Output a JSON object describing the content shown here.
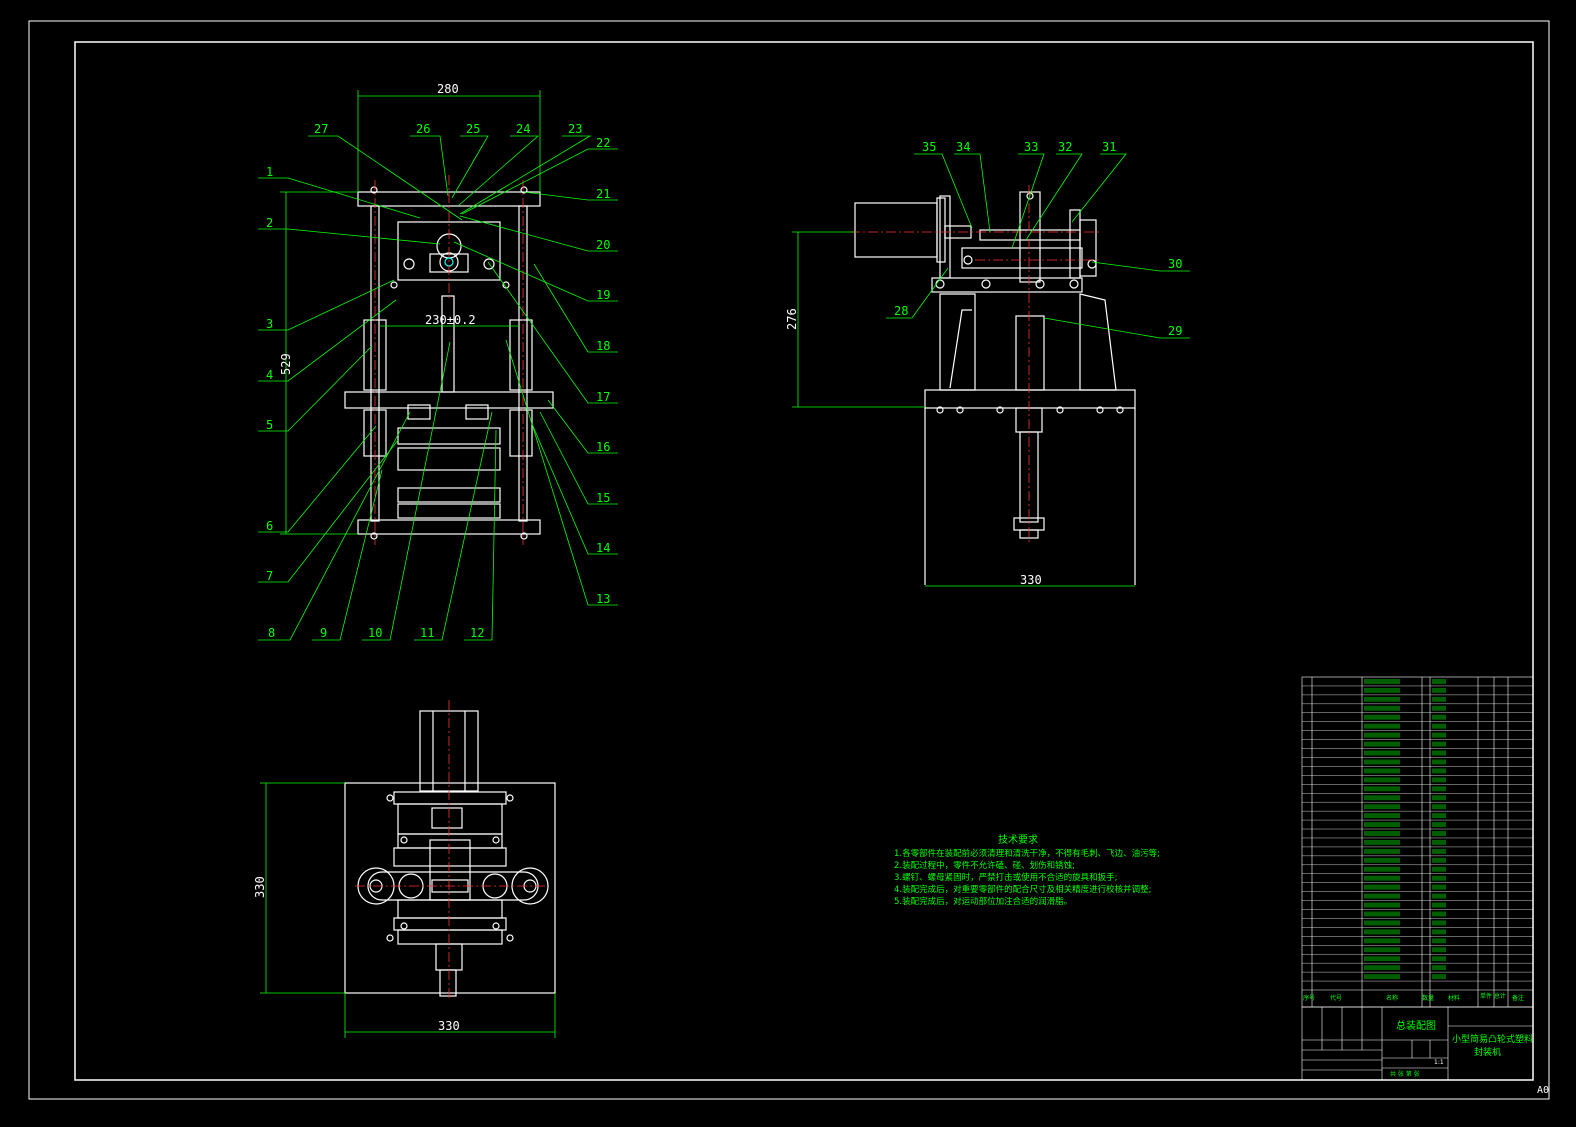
{
  "colors": {
    "background": "#000000",
    "frame": "#ffffff",
    "line": "#ffffff",
    "leader": "#00ff00",
    "centerline": "#ff3030"
  },
  "front_view": {
    "dim_width": "280",
    "dim_height": "529",
    "dim_inner": "230±0.2",
    "callouts_left": [
      "1",
      "2",
      "3",
      "4",
      "5",
      "6",
      "7"
    ],
    "callouts_bottom": [
      "8",
      "9",
      "10",
      "11",
      "12"
    ],
    "callouts_top": [
      "27",
      "26",
      "25",
      "24",
      "23"
    ],
    "callouts_right": [
      "22",
      "21",
      "20",
      "19",
      "18",
      "17",
      "16",
      "15",
      "14",
      "13"
    ]
  },
  "side_view": {
    "dim_height": "276",
    "dim_width": "330",
    "callouts_top": [
      "35",
      "34",
      "33",
      "32",
      "31"
    ],
    "callouts_other": [
      "30",
      "28",
      "29"
    ]
  },
  "top_view": {
    "dim_height": "330",
    "dim_width": "330"
  },
  "requirements": {
    "title": "技术要求",
    "items": [
      "1.各零部件在装配前必须清理和清洗干净，不得有毛刺、飞边、油污等;",
      "2.装配过程中，零件不允许磕、碰、划伤和锈蚀;",
      "3.螺钉、螺母紧固时，严禁打击或使用不合适的旋具和扳手;",
      "4.装配完成后，对重要零部件的配合尺寸及相关精度进行校核并调整;",
      "5.装配完成后，对运动部位加注合适的润滑脂。"
    ]
  },
  "title_block": {
    "drawing_name": "总装配图",
    "product_name_1": "小型简易凸轮式塑料",
    "product_name_2": "封装机",
    "header_seq": "序号",
    "header_code": "代号",
    "header_name": "名称",
    "header_qty": "数量",
    "header_material": "材料",
    "header_weight": "单件 总计",
    "header_note": "备注",
    "scale": "1:1",
    "sheet_info": "共 张 第 张"
  },
  "sheet_size": "A0"
}
